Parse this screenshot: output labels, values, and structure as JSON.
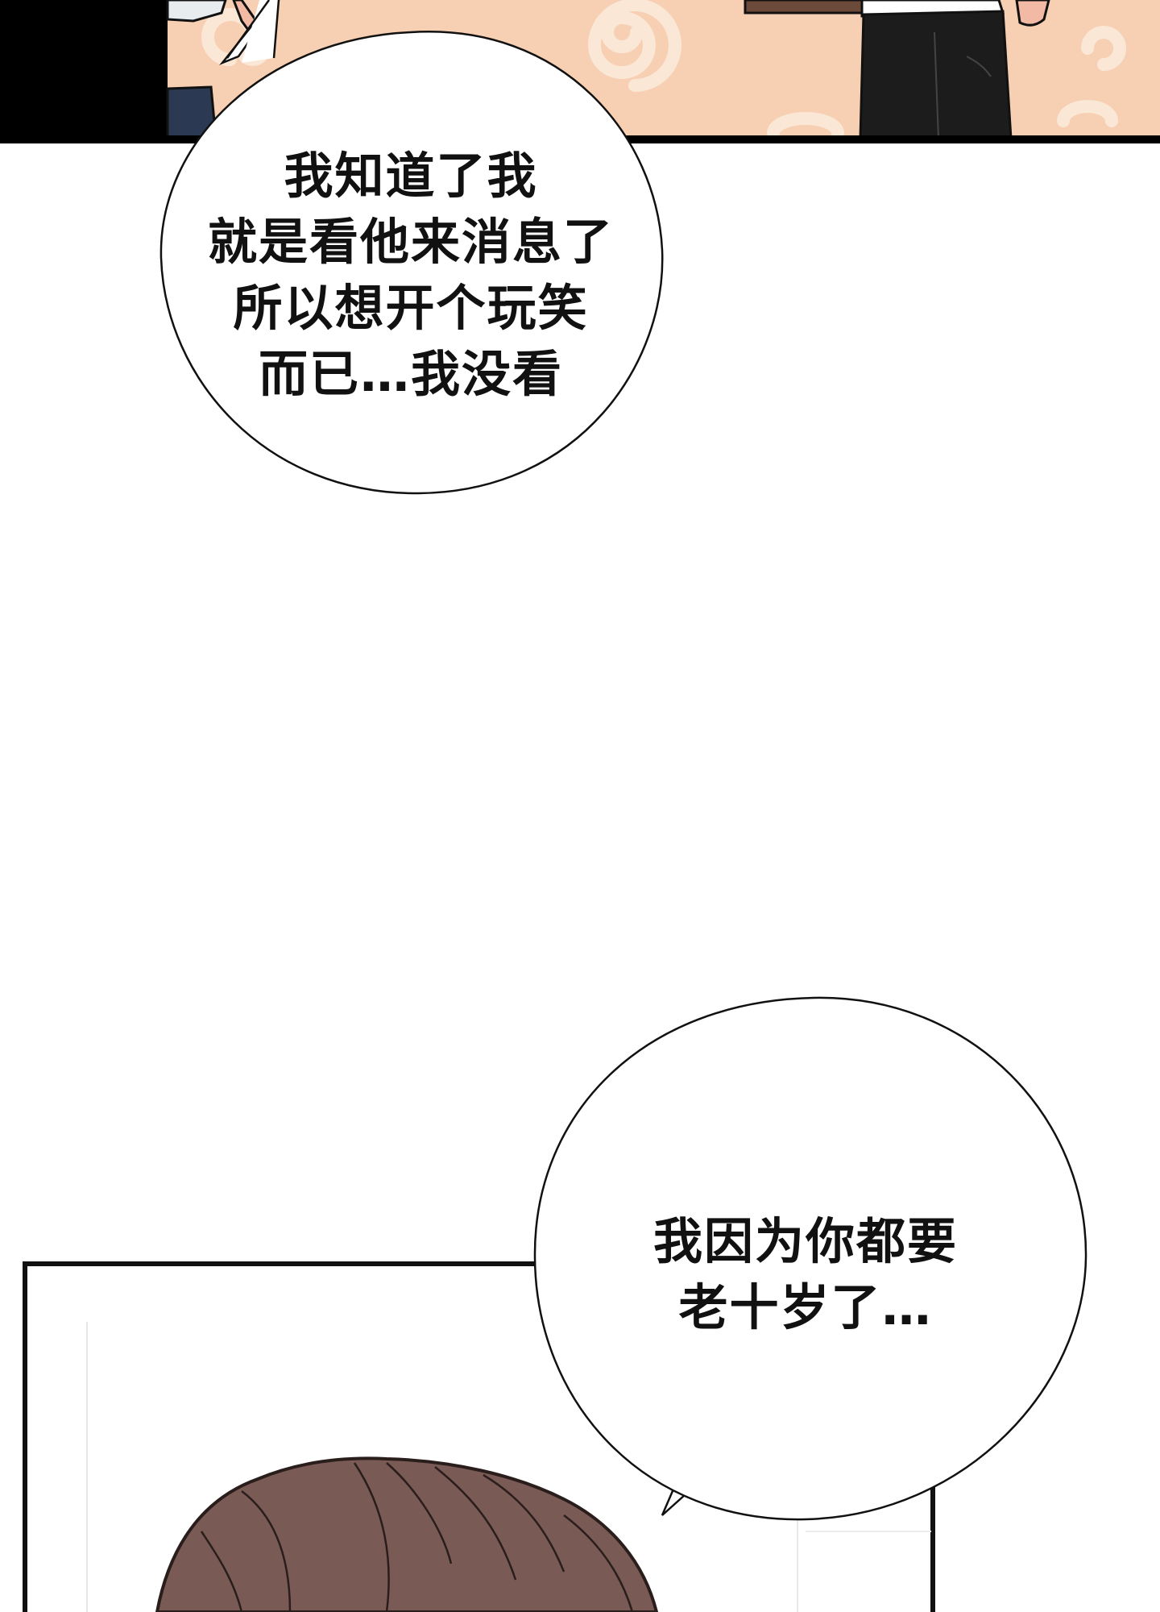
{
  "panels": [
    {
      "name": "top-panel",
      "palette": {
        "background": "#f7cfb2",
        "pattern": "#fbe7d6",
        "ink": "#111111",
        "shirt": "#e9ecef",
        "suit": "#1c1c1c",
        "jeans": "#2b3a52",
        "skin": "#f2b9a4",
        "frame": "#000000"
      }
    },
    {
      "name": "bottom-panel",
      "palette": {
        "background": "#ffffff",
        "hair": "#7a5a55",
        "hair_line": "#2a1e1c",
        "frame": "#111111"
      }
    }
  ],
  "bubbles": [
    {
      "name": "bubble-1",
      "lines": [
        "我知道了我",
        "就是看他来消息了",
        "所以想开个玩笑",
        "而已…我没看"
      ]
    },
    {
      "name": "bubble-2",
      "lines": [
        "我因为你都要",
        "老十岁了…"
      ]
    }
  ]
}
